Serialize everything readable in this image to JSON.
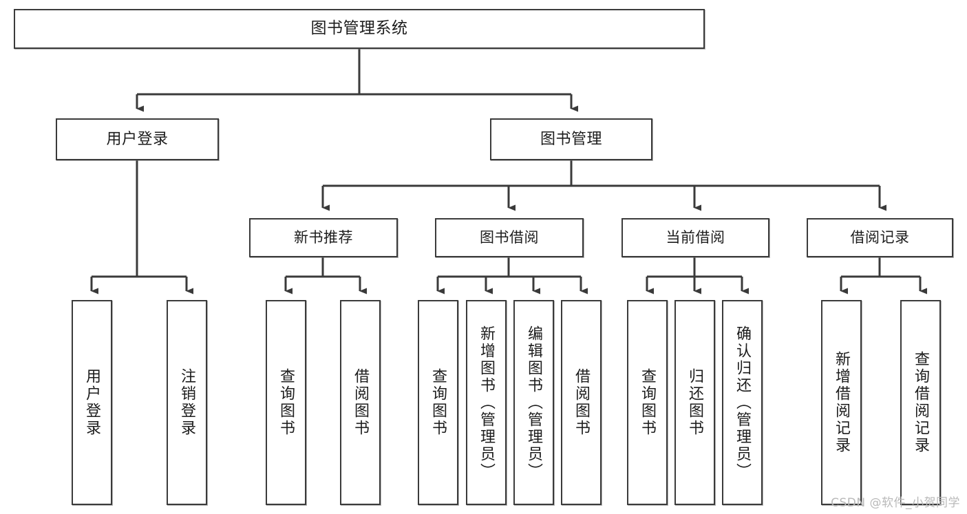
{
  "diagram": {
    "title": "图书管理系统",
    "type": "tree",
    "watermark": "CSDN @软件_小贺同学",
    "colors": {
      "box_border": "#3a3a3a",
      "box_fill": "#ffffff",
      "connector": "#3a3a3a",
      "text": "#1c1c1c",
      "watermark": "#b9b9b9",
      "background": "#ffffff"
    },
    "root": {
      "id": "root",
      "label": "图书管理系统"
    },
    "level1": [
      {
        "id": "user-login",
        "label": "用户登录"
      },
      {
        "id": "book-manage",
        "label": "图书管理"
      }
    ],
    "level2": [
      {
        "id": "new-book-rec",
        "label": "新书推荐",
        "parent": "book-manage"
      },
      {
        "id": "book-borrow",
        "label": "图书借阅",
        "parent": "book-manage"
      },
      {
        "id": "current-borrow",
        "label": "当前借阅",
        "parent": "book-manage"
      },
      {
        "id": "borrow-record",
        "label": "借阅记录",
        "parent": "book-manage"
      }
    ],
    "leaves": [
      {
        "id": "leaf-user-login",
        "label": "用户登录",
        "parent": "user-login"
      },
      {
        "id": "leaf-logout",
        "label": "注销登录",
        "parent": "user-login"
      },
      {
        "id": "leaf-query-book-1",
        "label": "查询图书",
        "parent": "new-book-rec"
      },
      {
        "id": "leaf-borrow-book-1",
        "label": "借阅图书",
        "parent": "new-book-rec"
      },
      {
        "id": "leaf-query-book-2",
        "label": "查询图书",
        "parent": "book-borrow"
      },
      {
        "id": "leaf-add-book",
        "label": "新增图书（管理员）",
        "parent": "book-borrow"
      },
      {
        "id": "leaf-edit-book",
        "label": "编辑图书（管理员）",
        "parent": "book-borrow"
      },
      {
        "id": "leaf-borrow-book-2",
        "label": "借阅图书",
        "parent": "book-borrow"
      },
      {
        "id": "leaf-query-book-3",
        "label": "查询图书",
        "parent": "current-borrow"
      },
      {
        "id": "leaf-return-book",
        "label": "归还图书",
        "parent": "current-borrow"
      },
      {
        "id": "leaf-confirm-return",
        "label": "确认归还（管理员）",
        "parent": "current-borrow"
      },
      {
        "id": "leaf-add-record",
        "label": "新增借阅记录",
        "parent": "borrow-record"
      },
      {
        "id": "leaf-query-record",
        "label": "查询借阅记录",
        "parent": "borrow-record"
      }
    ]
  }
}
